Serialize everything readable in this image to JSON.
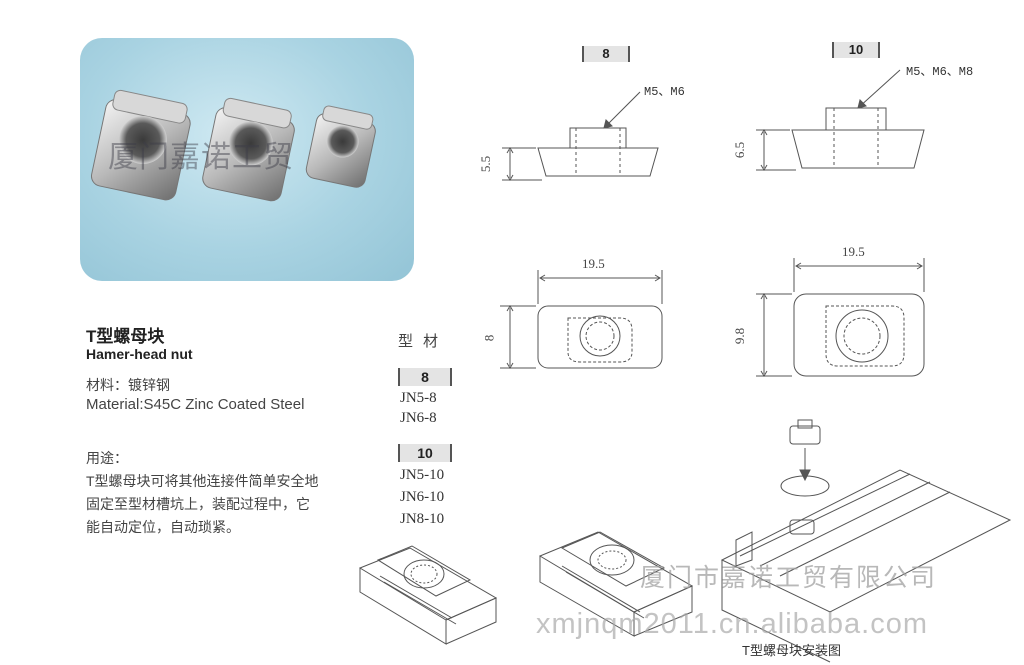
{
  "product": {
    "title_cn": "T型螺母块",
    "title_en": "Hamer-head nut",
    "material_cn": "材料：镀锌钢",
    "material_en": "Material:S45C Zinc Coated Steel",
    "usage_heading": "用途：",
    "usage_lines": [
      "T型螺母块可将其他连接件简单安全地",
      "固定至型材槽坑上，装配过程中，它",
      "能自动定位，自动琐紧。"
    ]
  },
  "photo": {
    "watermark": "厦门嘉诺工贸"
  },
  "profiles": {
    "heading": "型材",
    "groups": [
      {
        "size": "8",
        "parts": [
          "JN5-8",
          "JN6-8"
        ]
      },
      {
        "size": "10",
        "parts": [
          "JN5-10",
          "JN6-10",
          "JN8-10"
        ]
      }
    ]
  },
  "drawings": {
    "size8": {
      "tag": "8",
      "thread_spec": "M5、M6",
      "height": "5.5",
      "length": "19.5",
      "width": "8"
    },
    "size10": {
      "tag": "10",
      "thread_spec": "M5、M6、M8",
      "height": "6.5",
      "length": "19.5",
      "width": "9.8"
    }
  },
  "watermarks": {
    "company": "厦门市嘉诺工贸有限公司",
    "site": "xmjnqm2011.cn.alibaba.com"
  },
  "install_caption": "T型螺母块安装图",
  "colors": {
    "photo_bg": "#a9d3e2",
    "line": "#555555",
    "tag_bg": "#e4e4e4"
  }
}
